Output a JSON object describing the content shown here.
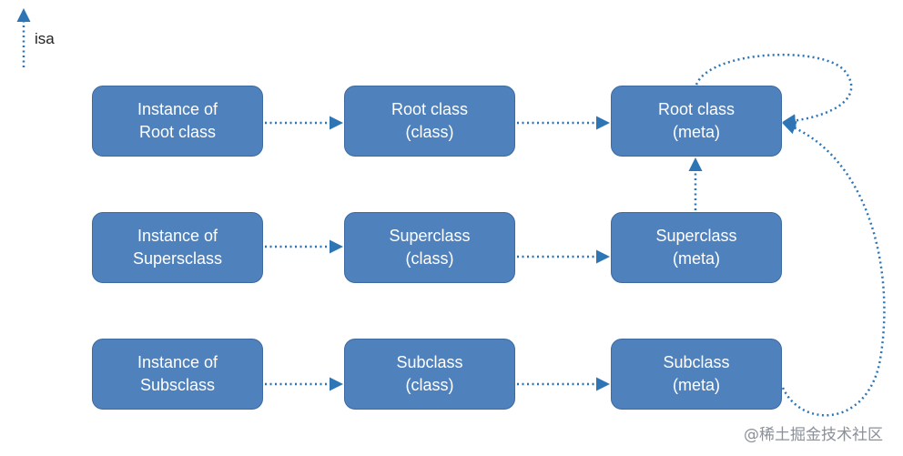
{
  "legend": {
    "label": "isa"
  },
  "nodes": {
    "instance_root": {
      "line1": "Instance of",
      "line2": "Root class"
    },
    "root_class": {
      "line1": "Root class",
      "line2": "(class)"
    },
    "root_meta": {
      "line1": "Root class",
      "line2": "(meta)"
    },
    "instance_super": {
      "line1": "Instance of",
      "line2": "Supersclass"
    },
    "super_class": {
      "line1": "Superclass",
      "line2": "(class)"
    },
    "super_meta": {
      "line1": "Superclass",
      "line2": "(meta)"
    },
    "instance_sub": {
      "line1": "Instance of",
      "line2": "Subsclass"
    },
    "sub_class": {
      "line1": "Subclass",
      "line2": "(class)"
    },
    "sub_meta": {
      "line1": "Subclass",
      "line2": "(meta)"
    }
  },
  "edges": [
    {
      "from": "instance_root",
      "to": "root_class",
      "label": "isa"
    },
    {
      "from": "root_class",
      "to": "root_meta",
      "label": "isa"
    },
    {
      "from": "root_meta",
      "to": "root_meta",
      "label": "isa"
    },
    {
      "from": "instance_super",
      "to": "super_class",
      "label": "isa"
    },
    {
      "from": "super_class",
      "to": "super_meta",
      "label": "isa"
    },
    {
      "from": "super_meta",
      "to": "root_meta",
      "label": "isa"
    },
    {
      "from": "instance_sub",
      "to": "sub_class",
      "label": "isa"
    },
    {
      "from": "sub_class",
      "to": "sub_meta",
      "label": "isa"
    },
    {
      "from": "sub_meta",
      "to": "root_meta",
      "label": "isa"
    }
  ],
  "colors": {
    "node_fill": "#4f81bd",
    "arrow": "#2e75b6",
    "text": "#ffffff"
  },
  "watermark": "@稀土掘金技术社区"
}
